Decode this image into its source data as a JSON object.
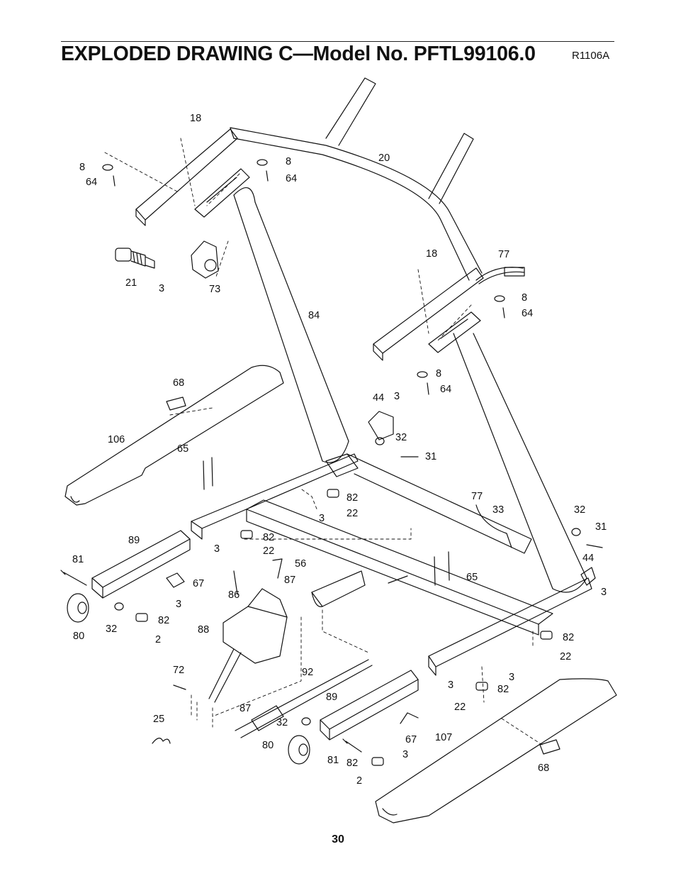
{
  "header": {
    "title": "EXPLODED DRAWING C—Model No. PFTL99106.0",
    "drawing_ref": "R1106A"
  },
  "footer": {
    "page_number": "30"
  },
  "callouts": [
    "18",
    "8",
    "64",
    "8",
    "64",
    "20",
    "21",
    "3",
    "73",
    "18",
    "77",
    "8",
    "64",
    "84",
    "8",
    "64",
    "44",
    "3",
    "68",
    "32",
    "31",
    "106",
    "65",
    "82",
    "22",
    "3",
    "77",
    "33",
    "32",
    "31",
    "44",
    "3",
    "89",
    "3",
    "82",
    "22",
    "56",
    "81",
    "67",
    "86",
    "87",
    "65",
    "3",
    "80",
    "32",
    "82",
    "2",
    "88",
    "82",
    "22",
    "3",
    "3",
    "82",
    "72",
    "92",
    "89",
    "22",
    "25",
    "87",
    "32",
    "67",
    "80",
    "3",
    "107",
    "81",
    "82",
    "68",
    "2"
  ]
}
